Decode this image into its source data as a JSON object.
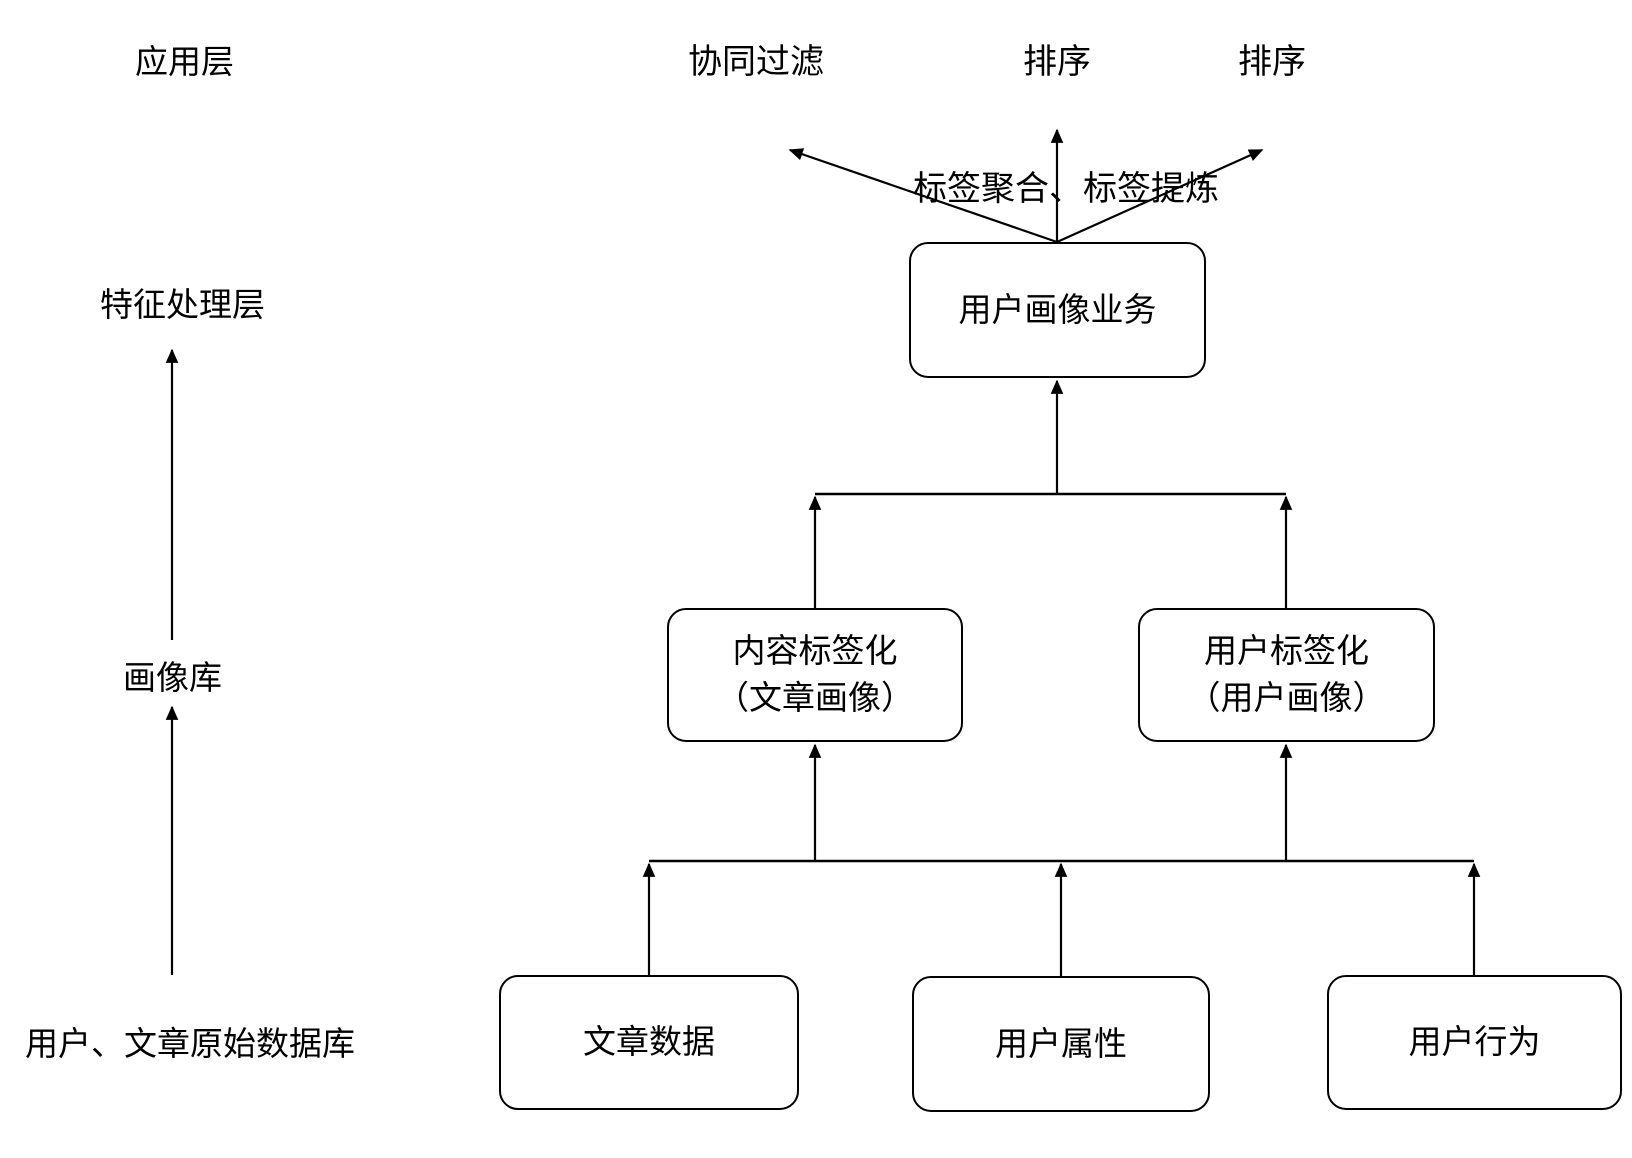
{
  "theme": {
    "ink": "#000000",
    "bg": "#ffffff"
  },
  "layers": {
    "application": "应用层",
    "feature_processing": "特征处理层",
    "profile_store": "画像库",
    "raw_database": "用户、文章原始数据库"
  },
  "outputs": {
    "collaborative_filtering": "协同过滤",
    "ranking_left": "排序",
    "ranking_right": "排序"
  },
  "annotations": {
    "tag_processing": "标签聚合、标签提炼"
  },
  "nodes": {
    "user_profile_service": {
      "label": "用户画像业务"
    },
    "content_tagging": {
      "label_line1": "内容标签化",
      "label_line2": "（文章画像）"
    },
    "user_tagging": {
      "label_line1": "用户标签化",
      "label_line2": "（用户画像）"
    },
    "article_data": {
      "label": "文章数据"
    },
    "user_attributes": {
      "label": "用户属性"
    },
    "user_behavior": {
      "label": "用户行为"
    }
  }
}
